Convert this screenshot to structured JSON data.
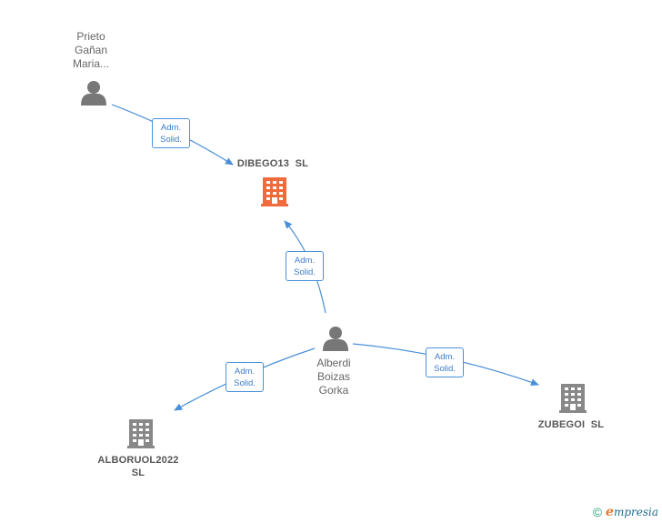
{
  "colors": {
    "edge": "#4a90d9",
    "person_icon": "#777777",
    "company_icon": "#888888",
    "company_highlight": "#f06a3b"
  },
  "nodes": {
    "prieto": {
      "lines": [
        "Prieto",
        "Gañan",
        "Maria..."
      ],
      "icon": "person-icon"
    },
    "dibego": {
      "label": "DIBEGO13  SL",
      "icon": "building-icon"
    },
    "alberdi": {
      "lines": [
        "Alberdi",
        "Boizas",
        "Gorka"
      ],
      "icon": "person-icon"
    },
    "alboruol": {
      "lines": [
        "ALBORUOL2022",
        "SL"
      ],
      "icon": "building-icon"
    },
    "zubegoi": {
      "label": "ZUBEGOI  SL",
      "icon": "building-icon"
    }
  },
  "edges": [
    {
      "line1": "Adm.",
      "line2": "Solid."
    },
    {
      "line1": "Adm.",
      "line2": "Solid."
    },
    {
      "line1": "Adm.",
      "line2": "Solid."
    },
    {
      "line1": "Adm.",
      "line2": "Solid."
    }
  ],
  "footer": {
    "copyright": "©",
    "brand_initial": "e",
    "brand_rest": "mpresia"
  }
}
